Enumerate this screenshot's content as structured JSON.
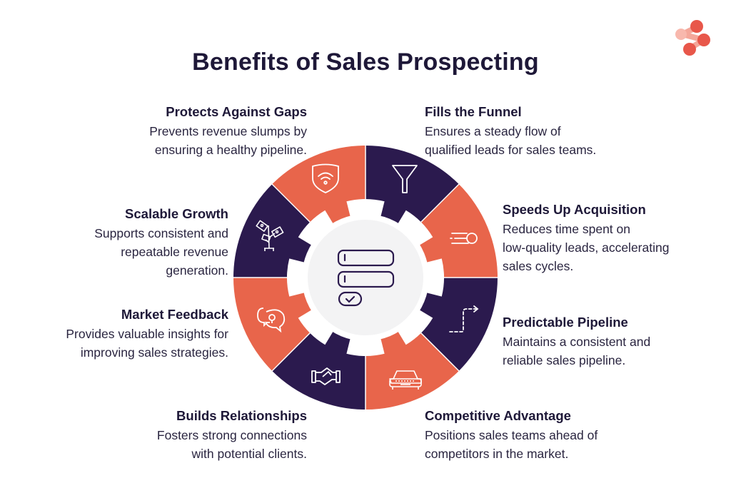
{
  "title": "Benefits of Sales Prospecting",
  "colors": {
    "navy": "#2b1a4e",
    "orange": "#e8654b",
    "center": "#f3f3f4",
    "text": "#1e1838"
  },
  "logo": {
    "icon": "connected-dots-logo-icon"
  },
  "center_icon": "form-checklist-icon",
  "segments": [
    {
      "position": "top-left",
      "color": "orange",
      "icon": "shield-signal-icon"
    },
    {
      "position": "top-right",
      "color": "navy",
      "icon": "funnel-icon"
    },
    {
      "position": "right-upper",
      "color": "orange",
      "icon": "speed-ball-icon"
    },
    {
      "position": "right-lower",
      "color": "navy",
      "icon": "dashed-path-arrow-icon"
    },
    {
      "position": "bottom-right",
      "color": "orange",
      "icon": "car-icon"
    },
    {
      "position": "bottom-left",
      "color": "navy",
      "icon": "handshake-icon"
    },
    {
      "position": "left-lower",
      "color": "orange",
      "icon": "chat-bubbles-icon"
    },
    {
      "position": "left-upper",
      "color": "navy",
      "icon": "money-plant-icon"
    }
  ],
  "benefits": {
    "protects": {
      "heading": "Protects Against Gaps",
      "line1": "Prevents revenue slumps by",
      "line2": "ensuring a healthy pipeline."
    },
    "fills": {
      "heading": "Fills the Funnel",
      "line1": "Ensures a steady flow of",
      "line2": "qualified leads for sales teams."
    },
    "speeds": {
      "heading": "Speeds Up Acquisition",
      "line1": "Reduces time spent on",
      "line2": "low-quality leads, accelerating",
      "line3": "sales cycles."
    },
    "predictable": {
      "heading": "Predictable Pipeline",
      "line1": "Maintains a consistent and",
      "line2": "reliable sales pipeline."
    },
    "competitive": {
      "heading": "Competitive Advantage",
      "line1": "Positions sales teams ahead of",
      "line2": "competitors in the market."
    },
    "relationships": {
      "heading": "Builds Relationships",
      "line1": "Fosters strong connections",
      "line2": "with potential clients."
    },
    "feedback": {
      "heading": "Market Feedback",
      "line1": "Provides valuable insights for",
      "line2": "improving sales strategies."
    },
    "scalable": {
      "heading": "Scalable Growth",
      "line1": "Supports consistent and",
      "line2": "repeatable revenue",
      "line3": "generation."
    }
  }
}
